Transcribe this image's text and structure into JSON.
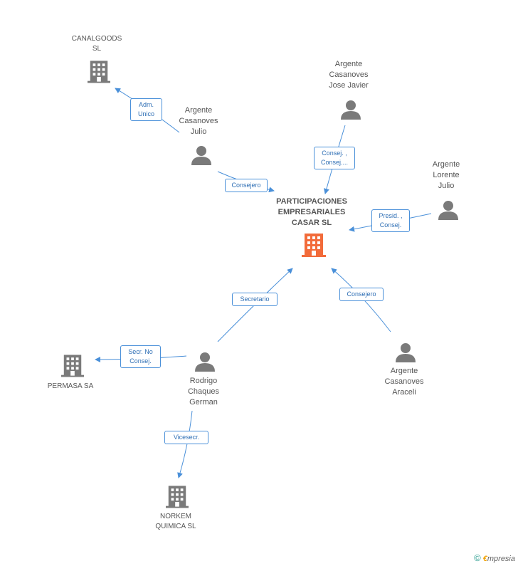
{
  "center": {
    "line1": "PARTICIPACIONES",
    "line2": "EMPRESARIALES",
    "line3": "CASAR SL"
  },
  "companies": {
    "canalgoods": {
      "line1": "CANALGOODS",
      "line2": "SL"
    },
    "permasa": {
      "line1": "PERMASA SA"
    },
    "norkem": {
      "line1": "NORKEM",
      "line2": "QUIMICA SL"
    }
  },
  "people": {
    "jose_javier": {
      "line1": "Argente",
      "line2": "Casanoves",
      "line3": "Jose Javier"
    },
    "julio_c": {
      "line1": "Argente",
      "line2": "Casanoves",
      "line3": "Julio"
    },
    "julio_l": {
      "line1": "Argente",
      "line2": "Lorente",
      "line3": "Julio"
    },
    "araceli": {
      "line1": "Argente",
      "line2": "Casanoves",
      "line3": "Araceli"
    },
    "rodrigo": {
      "line1": "Rodrigo",
      "line2": "Chaques",
      "line3": "German"
    }
  },
  "relations": {
    "adm_unico": {
      "line1": "Adm.",
      "line2": "Unico"
    },
    "consejero_julio": {
      "line1": "Consejero"
    },
    "consej_jose": {
      "line1": "Consej. ,",
      "line2": "Consej...."
    },
    "presid": {
      "line1": "Presid. ,",
      "line2": "Consej."
    },
    "secretario": {
      "line1": "Secretario"
    },
    "consejero_araceli": {
      "line1": "Consejero"
    },
    "secr_no_consej": {
      "line1": "Secr.  No",
      "line2": "Consej."
    },
    "vicesecr": {
      "line1": "Vicesecr."
    }
  },
  "brand": {
    "copyright": "©",
    "e": "€",
    "rest": "mpresia"
  },
  "colors": {
    "edge": "#4a90d9",
    "center_icon": "#f26b3a",
    "icon": "#7a7a7a",
    "label": "#555555"
  }
}
